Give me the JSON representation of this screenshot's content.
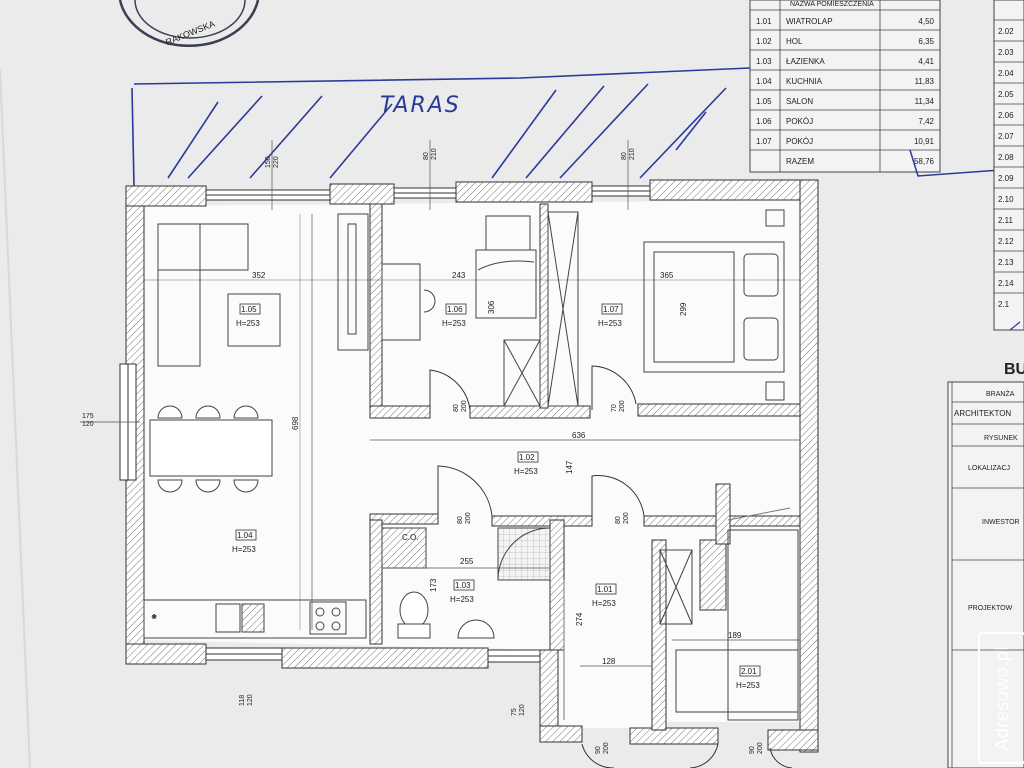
{
  "terrace_label": "TARAS",
  "stamp_text": "RAKOWSKA",
  "watermark": "Adresowo.pl",
  "area_table": {
    "header": "NAZWA POMIESZCZENIA",
    "rows": [
      {
        "no": "1.01",
        "name": "WIATROLAP",
        "area": "4,50"
      },
      {
        "no": "1.02",
        "name": "HOL",
        "area": "6,35"
      },
      {
        "no": "1.03",
        "name": "ŁAZIENKA",
        "area": "4,41"
      },
      {
        "no": "1.04",
        "name": "KUCHNIA",
        "area": "11,83"
      },
      {
        "no": "1.05",
        "name": "SALON",
        "area": "11,34"
      },
      {
        "no": "1.06",
        "name": "POKÓJ",
        "area": "7,42"
      },
      {
        "no": "1.07",
        "name": "POKÓJ",
        "area": "10,91"
      },
      {
        "no": "",
        "name": "RAZEM",
        "area": "58,76"
      }
    ]
  },
  "right_table_numbers": [
    "2.02",
    "2.03",
    "2.04",
    "2.05",
    "2.06",
    "2.07",
    "2.08",
    "2.09",
    "2.10",
    "2.11",
    "2.12",
    "2.13",
    "2.14",
    "2.1"
  ],
  "title_block": {
    "heading": "BU",
    "fields": [
      "BRANŻA",
      "ARCHITEKTON",
      "RYSUNEK",
      "LOKALIZACJ",
      "INWESTOR",
      "PROJEKTOW"
    ]
  },
  "rooms": [
    {
      "id": "1.05",
      "height": "H=253"
    },
    {
      "id": "1.04",
      "height": "H=253"
    },
    {
      "id": "1.06",
      "height": "H=253"
    },
    {
      "id": "1.07",
      "height": "H=253"
    },
    {
      "id": "1.02",
      "height": "H=253"
    },
    {
      "id": "1.03",
      "height": "H=253"
    },
    {
      "id": "1.01",
      "height": "H=253"
    },
    {
      "id": "2.01",
      "height": "H=253"
    }
  ],
  "wc_label": "C.O.",
  "dimensions": {
    "d352": "352",
    "d243": "243",
    "d365": "365",
    "d306": "306",
    "d299": "299",
    "d636": "636",
    "d147": "147",
    "d698": "698",
    "d255": "255",
    "d173": "173",
    "d274": "274",
    "d128": "128",
    "d189": "189",
    "win_top_left": "150\n220",
    "win_top_mid": "80\n210",
    "win_top_right": "80\n210",
    "win_left": "175\n120",
    "win_bottom_left": "118\n120",
    "win_bottom_mid": "75\n120",
    "door_106": "80\n200",
    "door_107": "70\n200",
    "door_103": "80\n200",
    "door_101": "80\n200",
    "door_entry": "90\n200",
    "door_201": "90\n200"
  }
}
